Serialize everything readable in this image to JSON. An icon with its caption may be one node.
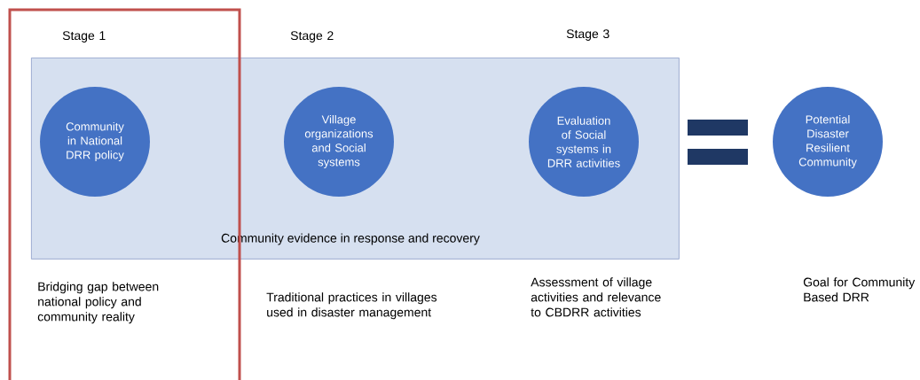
{
  "diagram": {
    "nodes": [
      {
        "text": [
          "Community evidence in response and recovery"
        ]
      },
      {
        "text": [
          "Community in National DRR policy"
        ]
      },
      {
        "text": [
          "Village organizations and Social systems"
        ],
        "in": 0
      },
      {
        "text": [
          "Evaluation of Social systems in DRR activities"
        ],
        "in": 0
      },
      {
        "text": [
          "Potential Disaster Resilient Community"
        ]
      },
      {
        "text": [],
        "shape": "box"
      }
    ],
    "labels": [
      "Stage 1",
      "Stage 2",
      "Stage 3",
      "Bridging gap between national policy and community reality",
      "Traditional practices in villages used in disaster management",
      "Assessment of village activities and relevance to CBDRR activities",
      "Goal for Community Based DRR"
    ]
  }
}
